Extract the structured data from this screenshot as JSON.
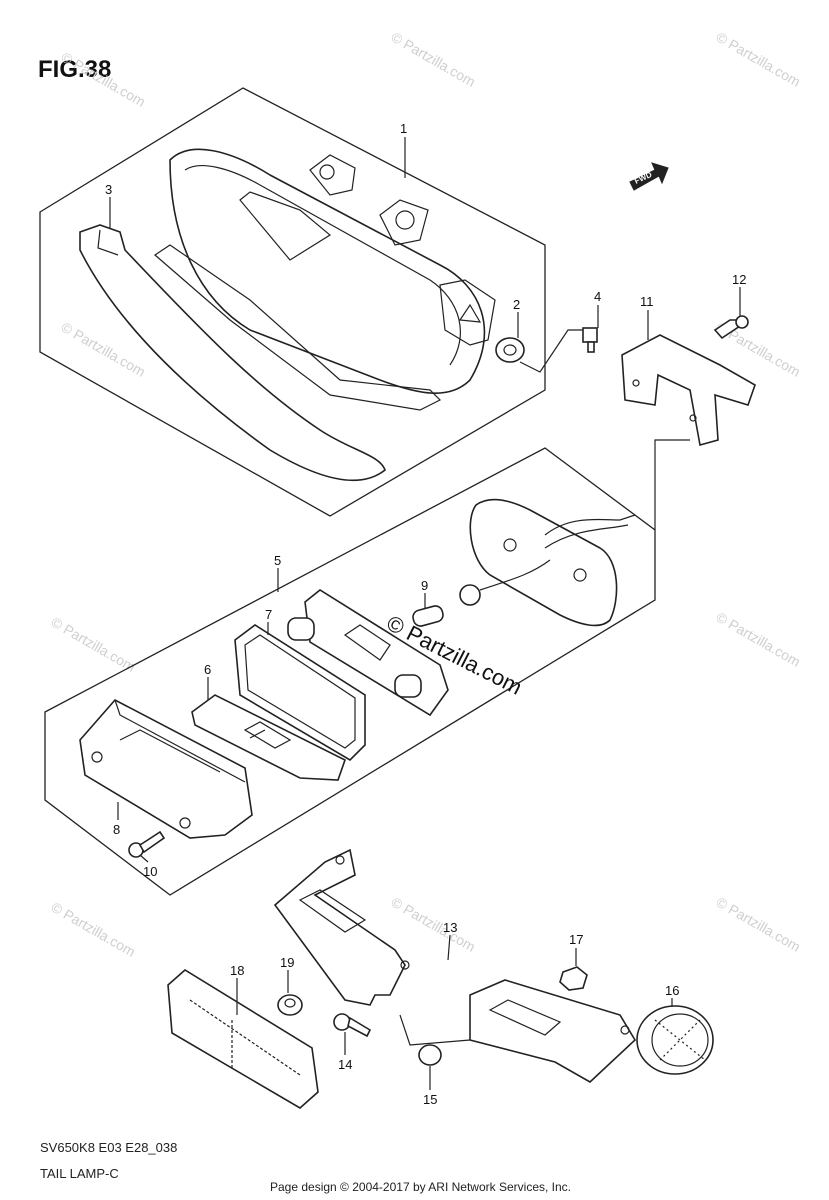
{
  "figure": {
    "title": "FIG.38",
    "code": "SV650K8 E03 E28_038",
    "name": "TAIL LAMP-C"
  },
  "footer": "Page design © 2004-2017 by ARI Network Services, Inc.",
  "watermark": {
    "small": "© Partzilla.com",
    "main": "© Partzilla.com"
  },
  "fwd_label": "FWD",
  "callouts": [
    "1",
    "2",
    "3",
    "4",
    "5",
    "6",
    "7",
    "8",
    "9",
    "10",
    "11",
    "12",
    "13",
    "14",
    "15",
    "16",
    "17",
    "18",
    "19"
  ]
}
